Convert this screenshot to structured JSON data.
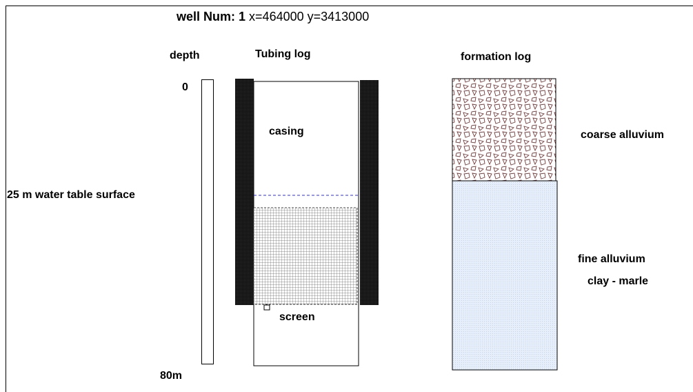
{
  "title": {
    "prefix": "well  Num: 1",
    "coords": "x=464000  y=3413000"
  },
  "headers": {
    "depth": "depth",
    "tubing": "Tubing log",
    "formation": "formation log"
  },
  "depth_axis": {
    "top": "0",
    "bottom": "80m",
    "water_table": "25 m water table surface"
  },
  "tubing_log": {
    "casing_label": "casing",
    "screen_label": "screen"
  },
  "formation_log": {
    "layers": [
      {
        "label": "coarse alluvium"
      },
      {
        "label": "fine alluvium"
      },
      {
        "label": "clay - marle"
      }
    ]
  },
  "colors": {
    "casing_wall": "#111111",
    "water_table_line": "#2c2cd4",
    "coarse_fill": "#ffffff",
    "coarse_pattern": "#7a3a3a",
    "fine_fill": "#e6eef9"
  }
}
